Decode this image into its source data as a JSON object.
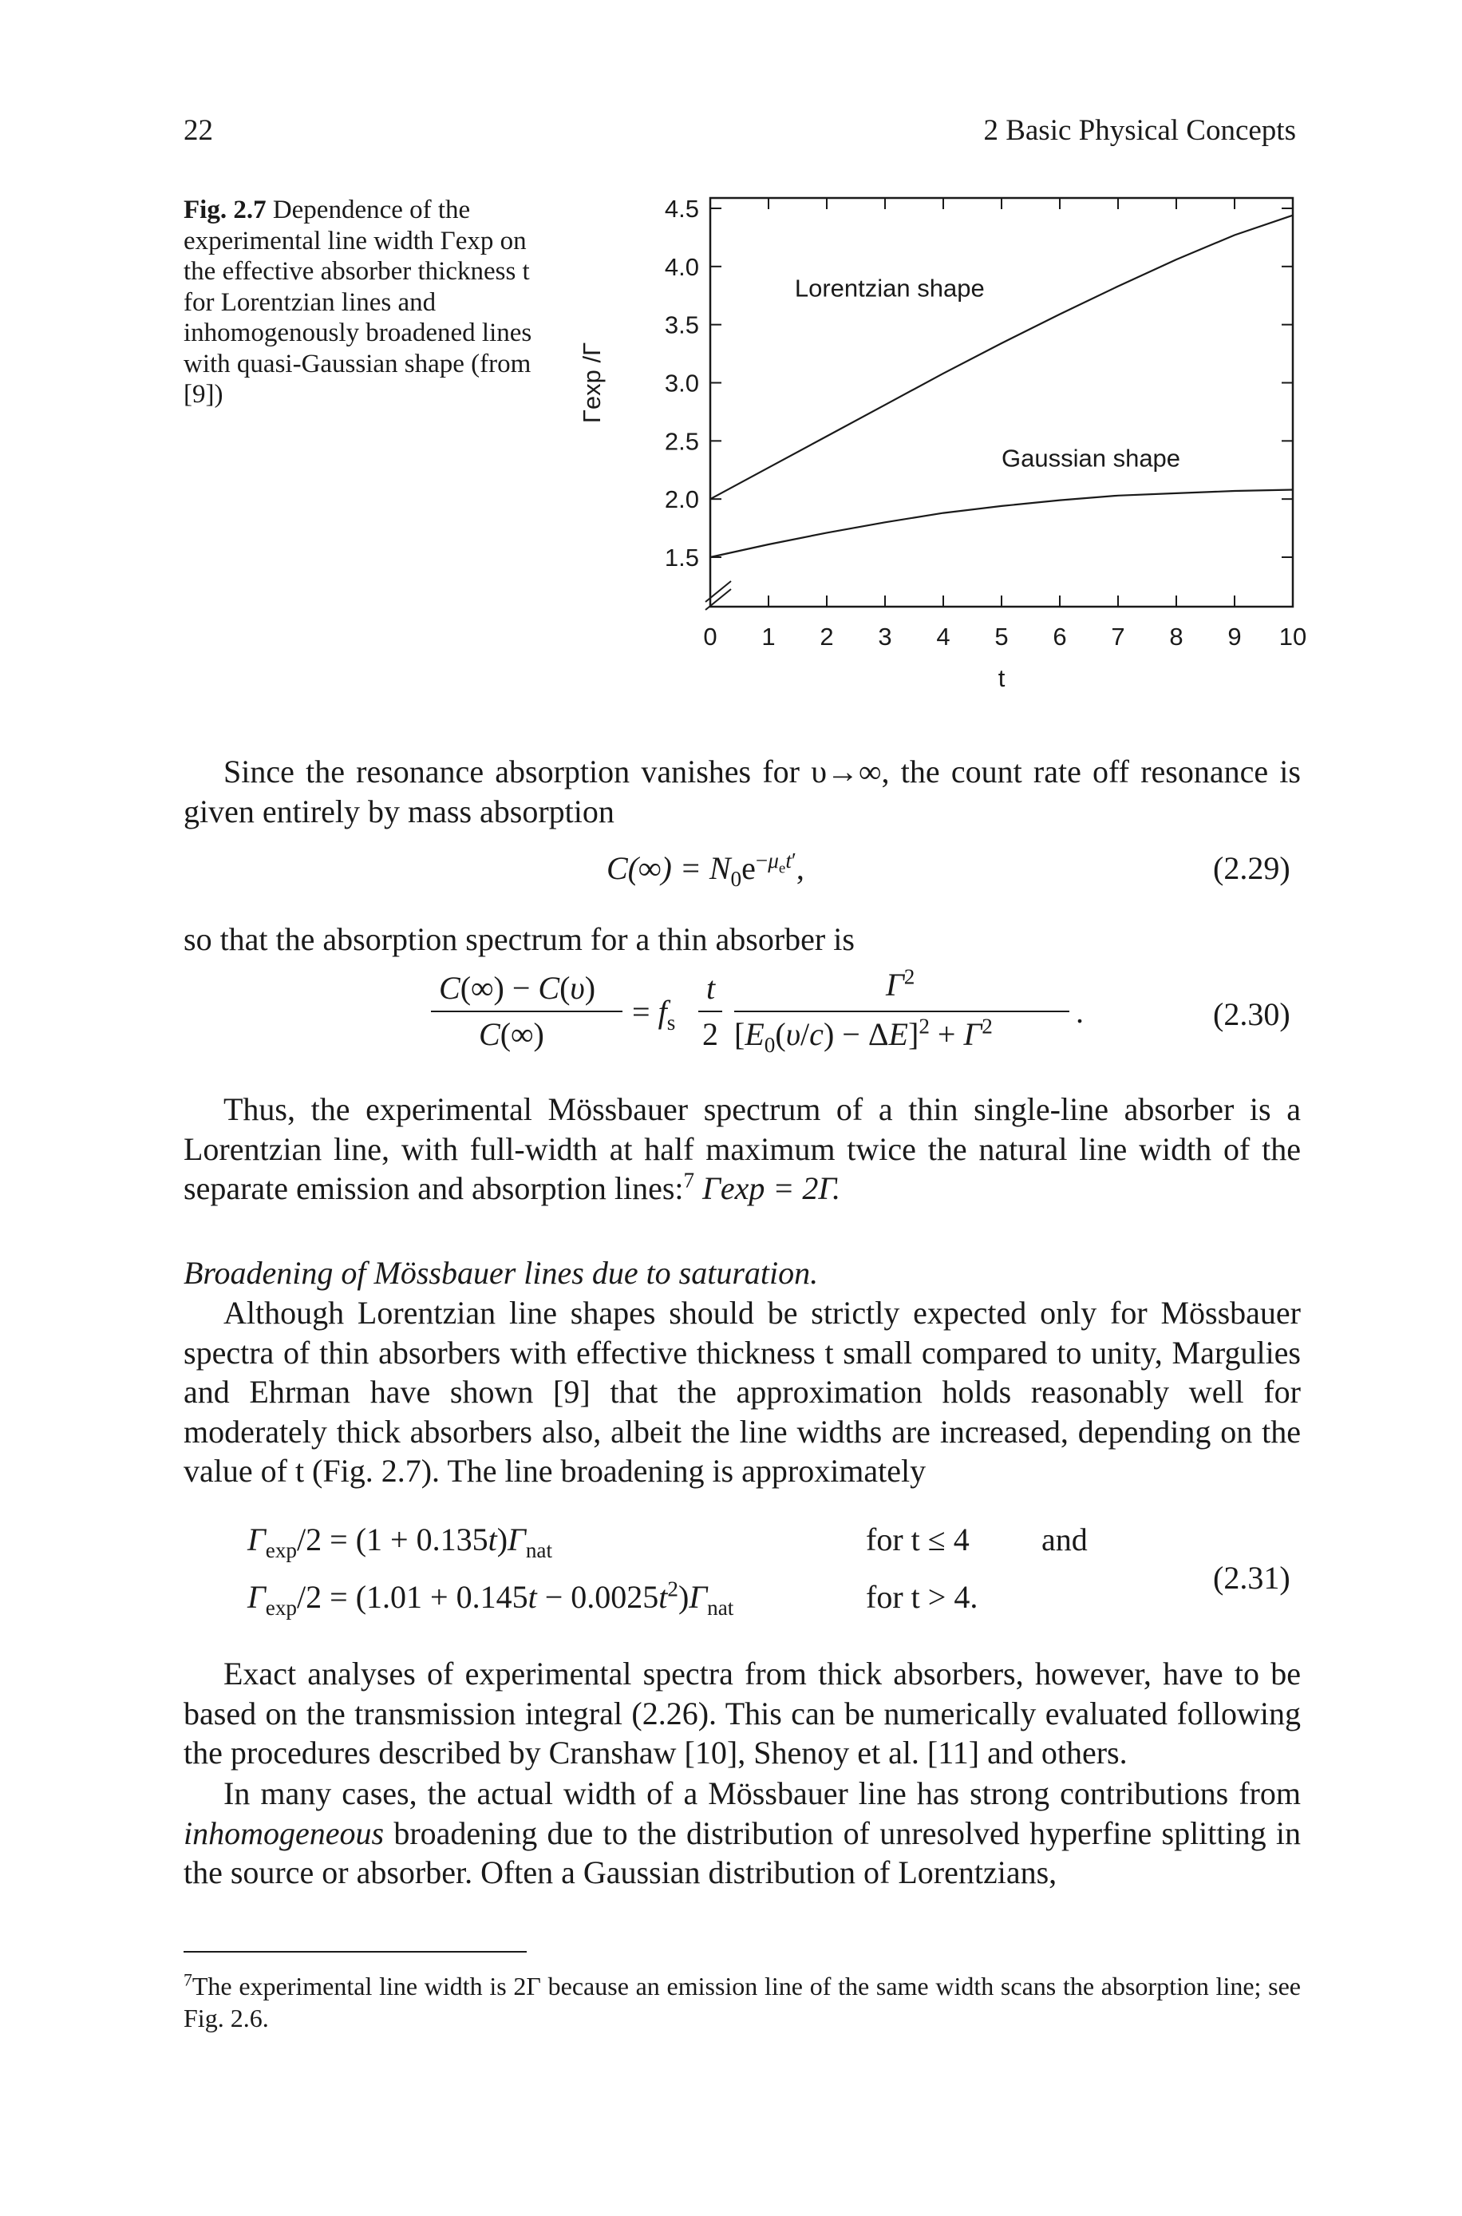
{
  "header": {
    "page_number": "22",
    "running_head": "2 Basic Physical Concepts"
  },
  "figure": {
    "caption_label": "Fig. 2.7",
    "caption_text": " Dependence of the experimental line width Γexp on the effective absorber thickness t for Lorentzian lines and inhomogenously broadened lines with quasi-Gaussian shape (from [9])",
    "chart_data": {
      "type": "line",
      "xlabel": "t",
      "ylabel": "Γexp /Γ",
      "xlim": [
        0,
        10
      ],
      "ylim": [
        1.5,
        4.5
      ],
      "x_ticks": [
        "0",
        "1",
        "2",
        "3",
        "4",
        "5",
        "6",
        "7",
        "8",
        "9",
        "10"
      ],
      "y_ticks": [
        "4.5",
        "4.0",
        "3.5",
        "3.0",
        "2.5",
        "2.0",
        "1.5"
      ],
      "grid": false,
      "annotations": [
        "Lorentzian shape",
        "Gaussian shape"
      ],
      "series": [
        {
          "x": [
            0,
            1,
            2,
            3,
            4,
            5,
            6,
            7,
            8,
            9,
            10
          ],
          "y": [
            2.0,
            2.27,
            2.54,
            2.81,
            3.08,
            3.34,
            3.59,
            3.83,
            4.06,
            4.27,
            4.44
          ]
        },
        {
          "x": [
            0,
            1,
            2,
            3,
            4,
            5,
            6,
            7,
            8,
            9,
            10
          ],
          "y": [
            1.5,
            1.61,
            1.71,
            1.8,
            1.88,
            1.94,
            1.99,
            2.03,
            2.05,
            2.07,
            2.08
          ]
        }
      ]
    }
  },
  "body": {
    "p1": "Since the resonance absorption vanishes for υ→∞, the count rate off resonance is given entirely by mass absorption",
    "eq229_lhs": "C(∞) = N",
    "eq229_num": "(2.29)",
    "p2": "so that the absorption spectrum for a thin absorber is",
    "eq230_num": "(2.30)",
    "p3": "Thus, the experimental Mössbauer spectrum of a thin single-line absorber is a Lorentzian line, with full-width at half maximum twice the natural line width of the separate emission and absorption lines:",
    "p3_tail": "Γexp = 2Γ.",
    "heading": "Broadening of Mössbauer lines due to saturation.",
    "p4": "Although Lorentzian line shapes should be strictly expected only for Mössbauer spectra of thin absorbers with effective thickness t small compared to unity, Margulies and Ehrman have shown [9] that the approximation holds reasonably well for moderately thick absorbers also, albeit the line widths are increased, depending on the value of t (Fig. 2.7). The line broadening is approximately",
    "eq231_line1_cond": "for t ≤ 4",
    "eq231_and": "and",
    "eq231_line2_cond": "for t > 4.",
    "eq231_num": "(2.31)",
    "p5": "Exact analyses of experimental spectra from thick absorbers, however, have to be based on the transmission integral (2.26). This can be numerically evaluated following the procedures described by Cranshaw [10], Shenoy et al. [11] and others.",
    "p6_a": "In many cases, the actual width of a Mössbauer line has strong contributions from ",
    "p6_em": "inhomogeneous",
    "p6_b": " broadening due to the distribution of unresolved hyperfine splitting in the source or absorber. Often a Gaussian distribution of Lorentzians,"
  },
  "footnote": {
    "marker": "7",
    "text": "The experimental line width is 2Γ because an emission line of the same width scans the absorption line; see Fig. 2.6."
  }
}
